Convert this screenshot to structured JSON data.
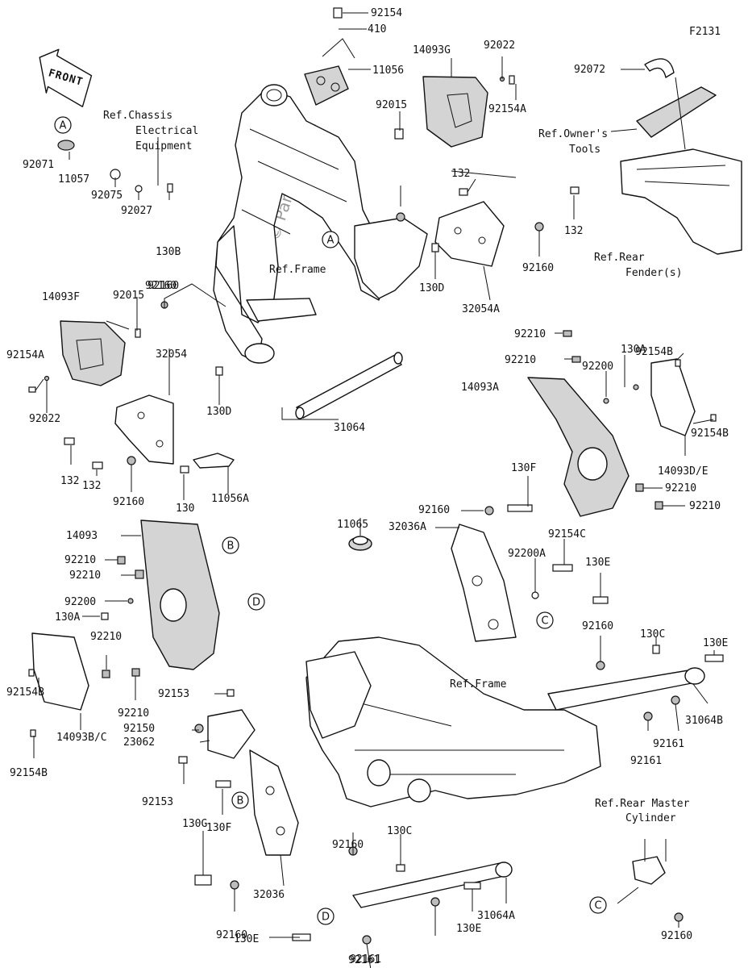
{
  "figure_code": "F2131",
  "watermark": "© Partzilla.com",
  "front_arrow_text": "FRONT",
  "callouts": [
    "A",
    "A",
    "B",
    "B",
    "C",
    "C",
    "D",
    "D"
  ],
  "refs": {
    "chassis_electrical": [
      "Ref.Chassis",
      "Electrical",
      "Equipment"
    ],
    "owners_tools": [
      "Ref.Owner's",
      "Tools"
    ],
    "rear_fender": [
      "Ref.Rear",
      "Fender(s)"
    ],
    "frame_top": "Ref.Frame",
    "frame_bottom": "Ref.Frame",
    "rear_master_cylinder": [
      "Ref.Rear Master",
      "Cylinder"
    ]
  },
  "labels": [
    "92154",
    "410",
    "11056",
    "14093G",
    "92022",
    "92154A",
    "92015",
    "92072",
    "92071",
    "11057",
    "92075",
    "92027",
    "130B",
    "92160",
    "132",
    "132",
    "92160",
    "130D",
    "32054A",
    "14093F",
    "92015",
    "92154A",
    "92022",
    "32054",
    "92160",
    "130D",
    "31064",
    "132",
    "132",
    "92160",
    "130",
    "11056A",
    "92210",
    "92210",
    "92154B",
    "130A",
    "92200",
    "14093A",
    "92154B",
    "14093D/E",
    "92210",
    "92210",
    "130F",
    "92160",
    "32036A",
    "11065",
    "14093",
    "92210",
    "92210",
    "92200",
    "130A",
    "92210",
    "92154B",
    "92210",
    "14093B/C",
    "92154B",
    "92154C",
    "92200A",
    "130E",
    "92160",
    "130C",
    "130E",
    "31064B",
    "92161",
    "92161",
    "92153",
    "92150",
    "23062",
    "92153",
    "130F",
    "130G",
    "92160",
    "32036",
    "92160",
    "130E",
    "92161",
    "130C",
    "92161",
    "130E",
    "31064A",
    "92160"
  ]
}
